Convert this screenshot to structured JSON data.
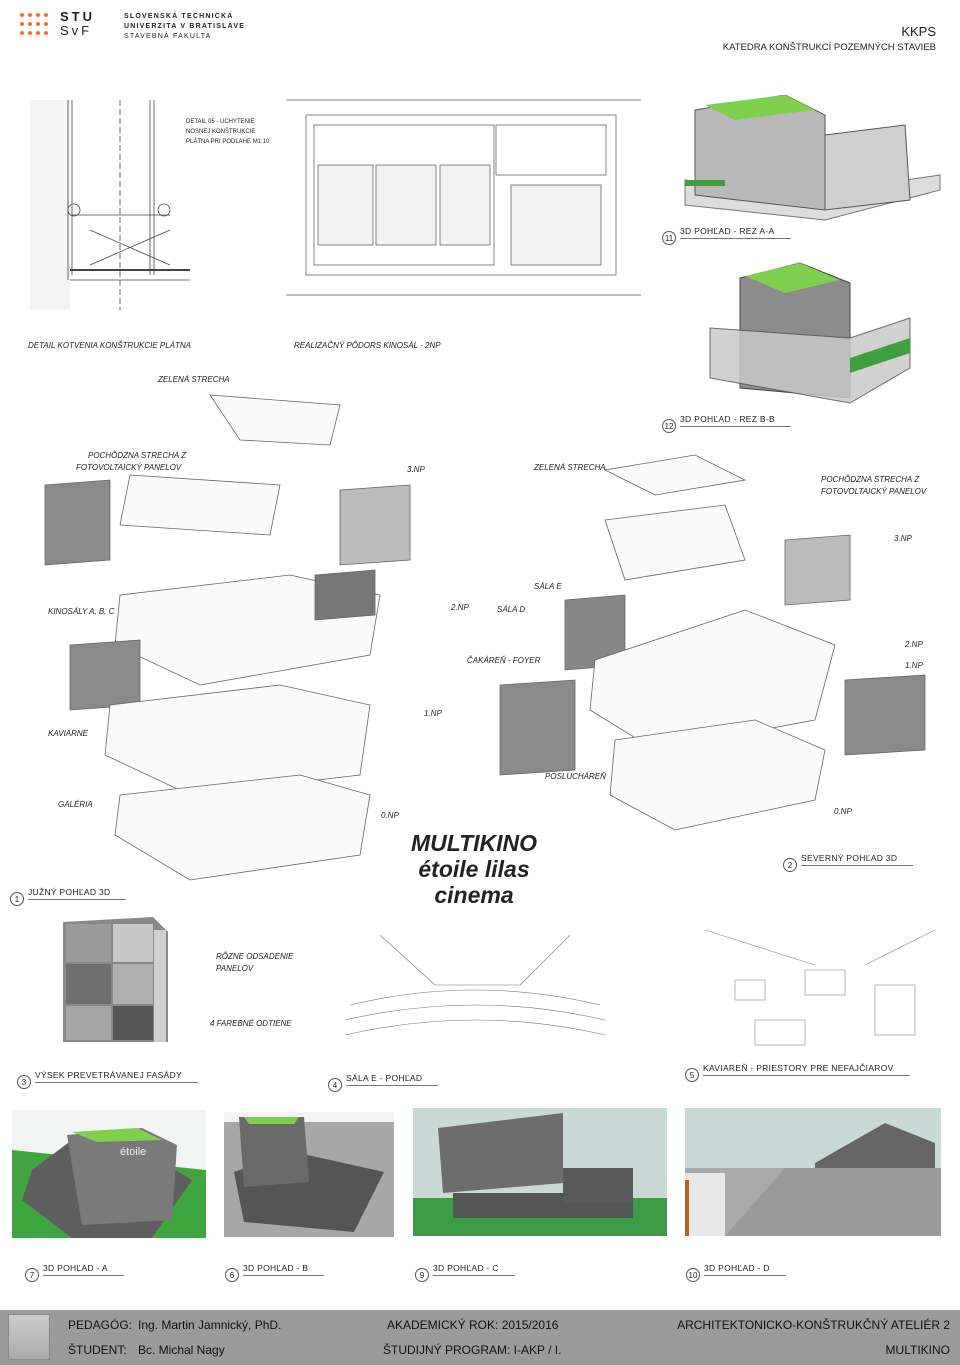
{
  "header": {
    "logo_stu": "STU",
    "logo_svf": "SvF",
    "university": [
      "SLOVENSKÁ TECHNICKÁ",
      "UNIVERZITA V BRATISLAVE",
      "STAVEBNÁ FAKULTA"
    ],
    "dept_code": "KKPS",
    "dept_name": "KATEDRA KONŠTRUKCÍ POZEMNÝCH STAVIEB"
  },
  "detail": {
    "title": [
      "DETAIL 05 - UCHYTENIE",
      "NOSNEJ KONŠTRUKCIE",
      "PLÁTNA PRI PODLAHE M1:10"
    ],
    "caption": "DETAIL KOTVENIA KONŠTRUKCIE PLÁTNA"
  },
  "plan": {
    "caption": "REALIZAČNÝ PÔDORS KINOSÁL - 2NP"
  },
  "title": {
    "line1": "MULTIKINO",
    "line2": "étoile lilas",
    "line3": "cinema"
  },
  "annotations": [
    "ZELENÁ STRECHA",
    "POCHÔDZNA STRECHA Z",
    "FOTOVOLTAICKÝ PANELOV",
    "3.NP",
    "KINOSÁLY A, B, C",
    "2.NP",
    "1.NP",
    "KAVIARNE",
    "GALÉRIA",
    "0.NP",
    "ZELENÁ STRECHA",
    "POCHÔDZNA STRECHA Z",
    "FOTOVOLTAICKÝ PANELOV",
    "3.NP",
    "SÁLA E",
    "SÁLA D",
    "2.NP",
    "1.NP",
    "ČAKÁREŇ - FOYER",
    "POSLUCHÁREŇ",
    "0.NP",
    "RÔZNE ODSADENIE",
    "PANELOV",
    "4 FAREBNÉ ODTIENE"
  ],
  "views": [
    {
      "num": "11",
      "label": "3D POHĽAD - REZ A-A"
    },
    {
      "num": "12",
      "label": "3D POHĽAD - REZ B-B"
    },
    {
      "num": "1",
      "label": "JUŽNÝ POHĽAD 3D"
    },
    {
      "num": "2",
      "label": "SEVERNÝ POHĽAD 3D"
    },
    {
      "num": "3",
      "label": "VÝSEK PREVETRÁVANEJ FASÁDY"
    },
    {
      "num": "4",
      "label": "SÁLA E - POHĽAD"
    },
    {
      "num": "5",
      "label": "KAVIAREŇ - PRIESTORY PRE NEFAJČIAROV"
    },
    {
      "num": "7",
      "label": "3D POHĽAD - A"
    },
    {
      "num": "6",
      "label": "3D POHĽAD - B"
    },
    {
      "num": "9",
      "label": "3D POHĽAD - C"
    },
    {
      "num": "10",
      "label": "3D POHĽAD - D"
    }
  ],
  "render_signage": "étoile",
  "footer": {
    "teacher_label": "PEDAGÓG:",
    "teacher": "Ing. Martin Jamnický, PhD.",
    "student_label": "ŠTUDENT:",
    "student": "Bc. Michal Nagy",
    "year": "AKADEMICKÝ ROK: 2015/2016",
    "program": "ŠTUDIJNÝ PROGRAM: I-AKP / I.",
    "studio": "ARCHITEKTONICKO-KONŠTRUKČNÝ ATELIÉR 2",
    "project": "MULTIKINO"
  },
  "colors": {
    "accent": "#f07020",
    "grass": "#3f9f3f",
    "footer": "#9b9b9b"
  }
}
